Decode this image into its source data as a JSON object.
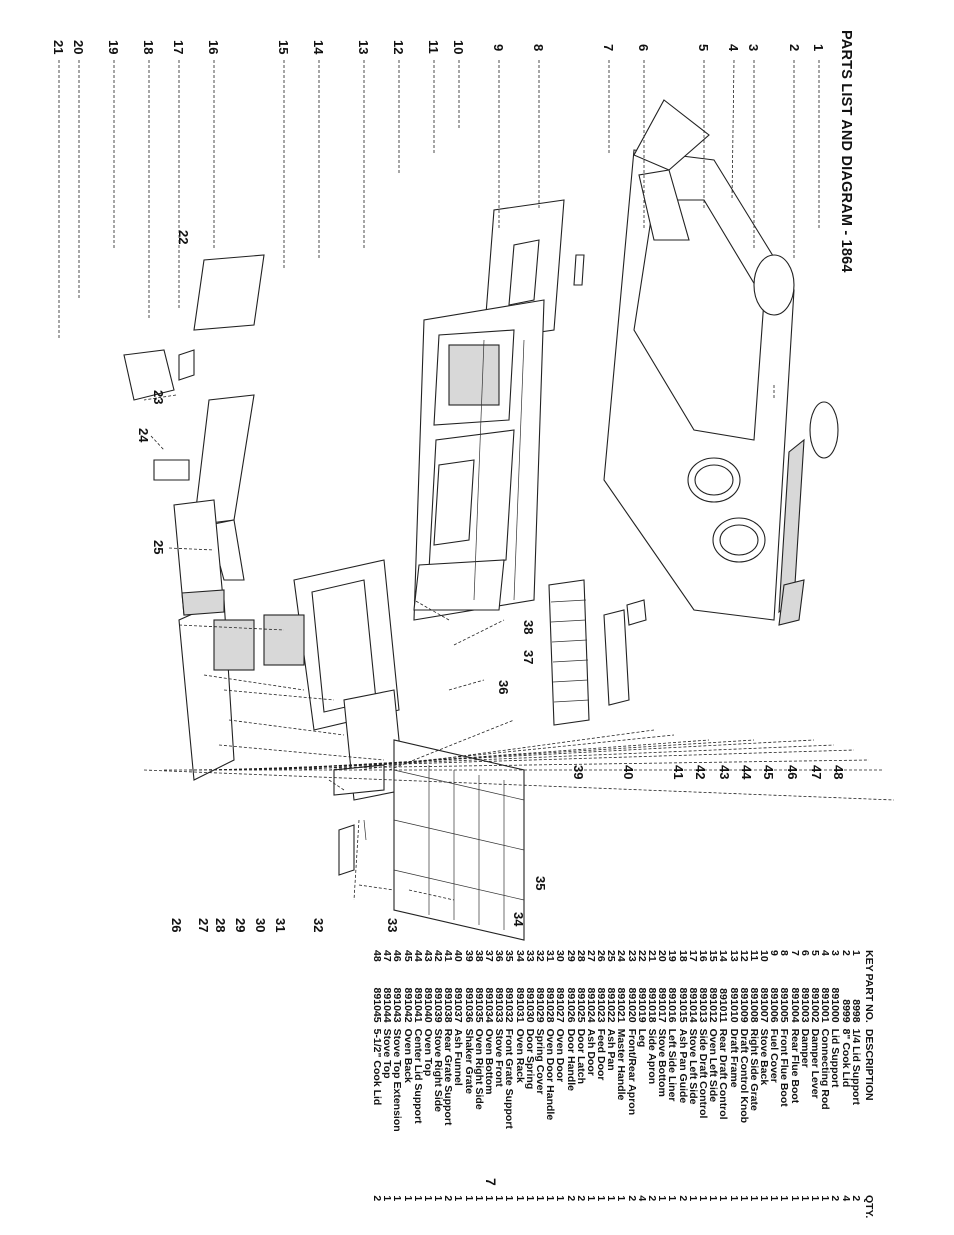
{
  "title": "PARTS LIST AND DIAGRAM - 1864",
  "page_number": "7",
  "table": {
    "headers": {
      "key": "KEY",
      "part_no": "PART NO.",
      "description": "DESCRIPTION",
      "qty": "QTY."
    },
    "rows": [
      {
        "key": "1",
        "part_no": "8998",
        "description": "1/4 Lid Support",
        "qty": "2"
      },
      {
        "key": "2",
        "part_no": "8999",
        "description": "8\" Cook Lid",
        "qty": "4"
      },
      {
        "key": "3",
        "part_no": "891000",
        "description": "Lid Support",
        "qty": "2"
      },
      {
        "key": "4",
        "part_no": "891001",
        "description": "Connecting Rod",
        "qty": "1"
      },
      {
        "key": "5",
        "part_no": "891002",
        "description": "Damper Lever",
        "qty": "1"
      },
      {
        "key": "6",
        "part_no": "891003",
        "description": "Damper",
        "qty": "1"
      },
      {
        "key": "7",
        "part_no": "891004",
        "description": "Rear Flue Boot",
        "qty": "1"
      },
      {
        "key": "8",
        "part_no": "891005",
        "description": "Front Flue Boot",
        "qty": "1"
      },
      {
        "key": "9",
        "part_no": "891006",
        "description": "Fuel Cover",
        "qty": "1"
      },
      {
        "key": "10",
        "part_no": "891007",
        "description": "Stove Back",
        "qty": "1"
      },
      {
        "key": "11",
        "part_no": "891008",
        "description": "Right Side Grate",
        "qty": "1"
      },
      {
        "key": "12",
        "part_no": "891009",
        "description": "Draft Control Knob",
        "qty": "1"
      },
      {
        "key": "13",
        "part_no": "891010",
        "description": "Draft Frame",
        "qty": "1"
      },
      {
        "key": "14",
        "part_no": "891011",
        "description": "Rear Draft Control",
        "qty": "1"
      },
      {
        "key": "15",
        "part_no": "891012",
        "description": "Oven Left Side",
        "qty": "1"
      },
      {
        "key": "16",
        "part_no": "891013",
        "description": "Side Draft Control",
        "qty": "1"
      },
      {
        "key": "17",
        "part_no": "891014",
        "description": "Stove Left Side",
        "qty": "1"
      },
      {
        "key": "18",
        "part_no": "891015",
        "description": "Ash Pan Guide",
        "qty": "2"
      },
      {
        "key": "19",
        "part_no": "891016",
        "description": "Left Side Liner",
        "qty": "1"
      },
      {
        "key": "20",
        "part_no": "891017",
        "description": "Stove Bottom",
        "qty": "1"
      },
      {
        "key": "21",
        "part_no": "891018",
        "description": "Side Apron",
        "qty": "2"
      },
      {
        "key": "22",
        "part_no": "891019",
        "description": "Leg",
        "qty": "4"
      },
      {
        "key": "23",
        "part_no": "891020",
        "description": "Front/Rear Apron",
        "qty": "2"
      },
      {
        "key": "24",
        "part_no": "891021",
        "description": "Master Handle",
        "qty": "1"
      },
      {
        "key": "25",
        "part_no": "891022",
        "description": "Ash Pan",
        "qty": "1"
      },
      {
        "key": "26",
        "part_no": "891023",
        "description": "Feed Door",
        "qty": "1"
      },
      {
        "key": "27",
        "part_no": "891024",
        "description": "Ash Door",
        "qty": "1"
      },
      {
        "key": "28",
        "part_no": "891025",
        "description": "Door Latch",
        "qty": "2"
      },
      {
        "key": "29",
        "part_no": "891026",
        "description": "Door Handle",
        "qty": "2"
      },
      {
        "key": "30",
        "part_no": "891027",
        "description": "Oven Door",
        "qty": "1"
      },
      {
        "key": "31",
        "part_no": "891028",
        "description": "Oven Door Handle",
        "qty": "1"
      },
      {
        "key": "32",
        "part_no": "891029",
        "description": "Spring Cover",
        "qty": "1"
      },
      {
        "key": "33",
        "part_no": "891030",
        "description": "Door Spring",
        "qty": "1"
      },
      {
        "key": "34",
        "part_no": "891031",
        "description": "Oven Rack",
        "qty": "1"
      },
      {
        "key": "35",
        "part_no": "891032",
        "description": "Front Grate Support",
        "qty": "1"
      },
      {
        "key": "36",
        "part_no": "891033",
        "description": "Stove Front",
        "qty": "1"
      },
      {
        "key": "37",
        "part_no": "891034",
        "description": "Oven Bottom",
        "qty": "1"
      },
      {
        "key": "38",
        "part_no": "891035",
        "description": "Oven Right Side",
        "qty": "1"
      },
      {
        "key": "39",
        "part_no": "891036",
        "description": "Shaker Grate",
        "qty": "1"
      },
      {
        "key": "40",
        "part_no": "891037",
        "description": "Ash Funnel",
        "qty": "1"
      },
      {
        "key": "41",
        "part_no": "891038",
        "description": "Rear Grate Support",
        "qty": "2"
      },
      {
        "key": "42",
        "part_no": "891039",
        "description": "Stove Right Side",
        "qty": "1"
      },
      {
        "key": "43",
        "part_no": "891040",
        "description": "Oven Top",
        "qty": "1"
      },
      {
        "key": "44",
        "part_no": "891041",
        "description": "Center Lid Support",
        "qty": "1"
      },
      {
        "key": "45",
        "part_no": "891042",
        "description": "Oven Back",
        "qty": "1"
      },
      {
        "key": "46",
        "part_no": "891043",
        "description": "Stove Top Extension",
        "qty": "1"
      },
      {
        "key": "47",
        "part_no": "891044",
        "description": "Stove Top",
        "qty": "1"
      },
      {
        "key": "48",
        "part_no": "891045",
        "description": "5-1/2\" Cook Lid",
        "qty": "2"
      }
    ]
  },
  "diagram": {
    "callouts": [
      "1",
      "2",
      "3",
      "4",
      "5",
      "6",
      "7",
      "8",
      "9",
      "10",
      "11",
      "12",
      "13",
      "14",
      "15",
      "16",
      "17",
      "18",
      "19",
      "20",
      "21",
      "22",
      "23",
      "24",
      "25",
      "26",
      "27",
      "28",
      "29",
      "30",
      "31",
      "32",
      "33",
      "34",
      "35",
      "36",
      "37",
      "38",
      "39",
      "40",
      "41",
      "42",
      "43",
      "44",
      "45",
      "46",
      "47",
      "48"
    ]
  }
}
